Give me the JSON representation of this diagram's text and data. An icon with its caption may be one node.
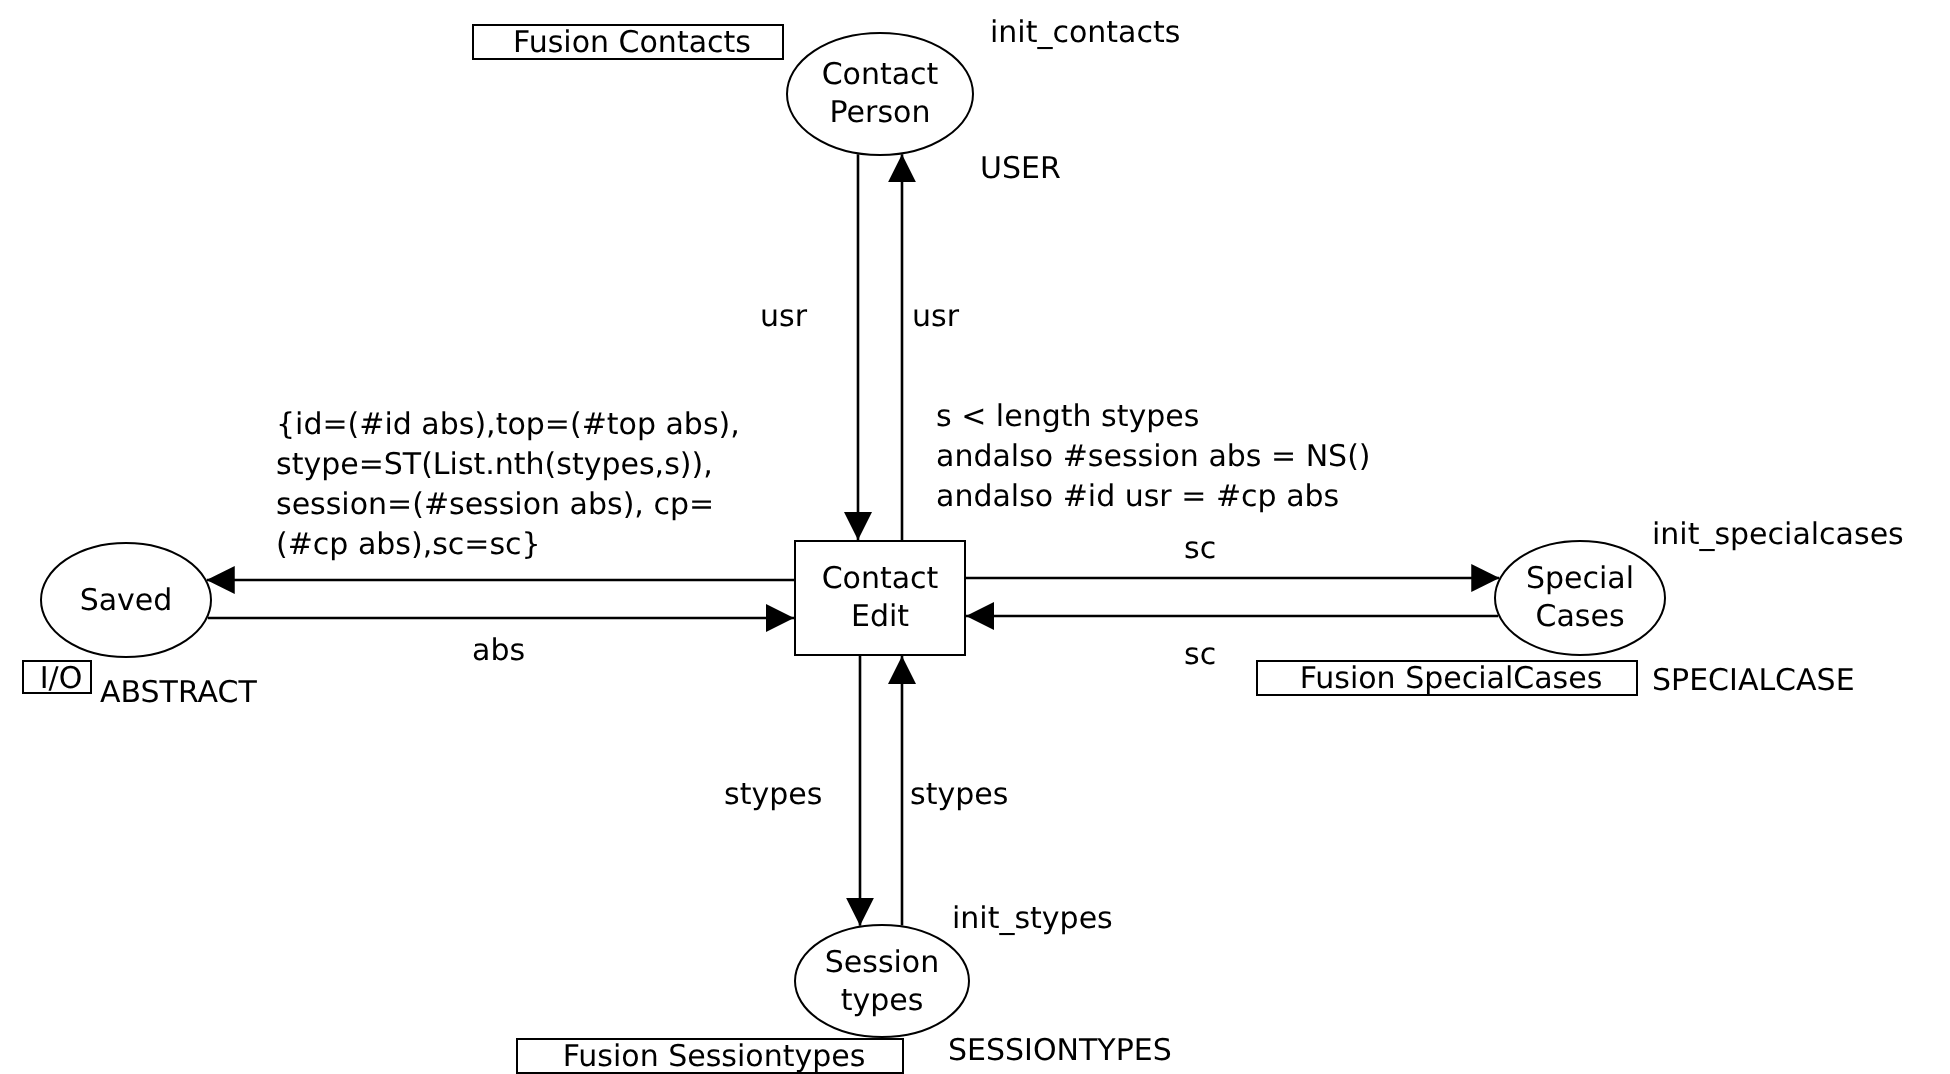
{
  "diagram": {
    "nodes": [
      {
        "text": [
          "Contact Person"
        ],
        "beside": [
          "init_contacts",
          "USER"
        ]
      },
      {
        "text": [
          "Fusion Contacts"
        ]
      },
      {
        "text": [
          "Saved"
        ],
        "beside": [
          "ABSTRACT"
        ]
      },
      {
        "text": [
          "I/O"
        ]
      },
      {
        "text": [
          "Contact Edit"
        ],
        "beside": [
          "s < length stypes",
          "andalso #session abs = NS()",
          "andalso #id usr = #cp abs"
        ]
      },
      {
        "text": [
          "Special Cases"
        ],
        "beside": [
          "init_specialcases",
          "SPECIALCASE"
        ]
      },
      {
        "text": [
          "Fusion SpecialCases"
        ]
      },
      {
        "text": [
          "Session types"
        ],
        "beside": [
          "init_stypes",
          "SESSIONTYPES"
        ]
      },
      {
        "text": [
          "Fusion Sessiontypes"
        ]
      }
    ],
    "edges": [
      {
        "from": 0,
        "to": 4,
        "arrow": "to",
        "label": "usr"
      },
      {
        "from": 4,
        "to": 0,
        "arrow": "to",
        "label": "usr"
      },
      {
        "from": 4,
        "to": 2,
        "arrow": "to",
        "label": "{id=(#id abs),top=(#top abs), stype=ST(List.nth(stypes,s)), session=(#session abs), cp=(#cp abs),sc=sc}"
      },
      {
        "from": 2,
        "to": 4,
        "arrow": "to",
        "label": "abs"
      },
      {
        "from": 4,
        "to": 5,
        "arrow": "to",
        "label": "sc"
      },
      {
        "from": 5,
        "to": 4,
        "arrow": "to",
        "label": "sc"
      },
      {
        "from": 4,
        "to": 7,
        "arrow": "to",
        "label": "stypes"
      },
      {
        "from": 7,
        "to": 4,
        "arrow": "to",
        "label": "stypes"
      }
    ]
  }
}
